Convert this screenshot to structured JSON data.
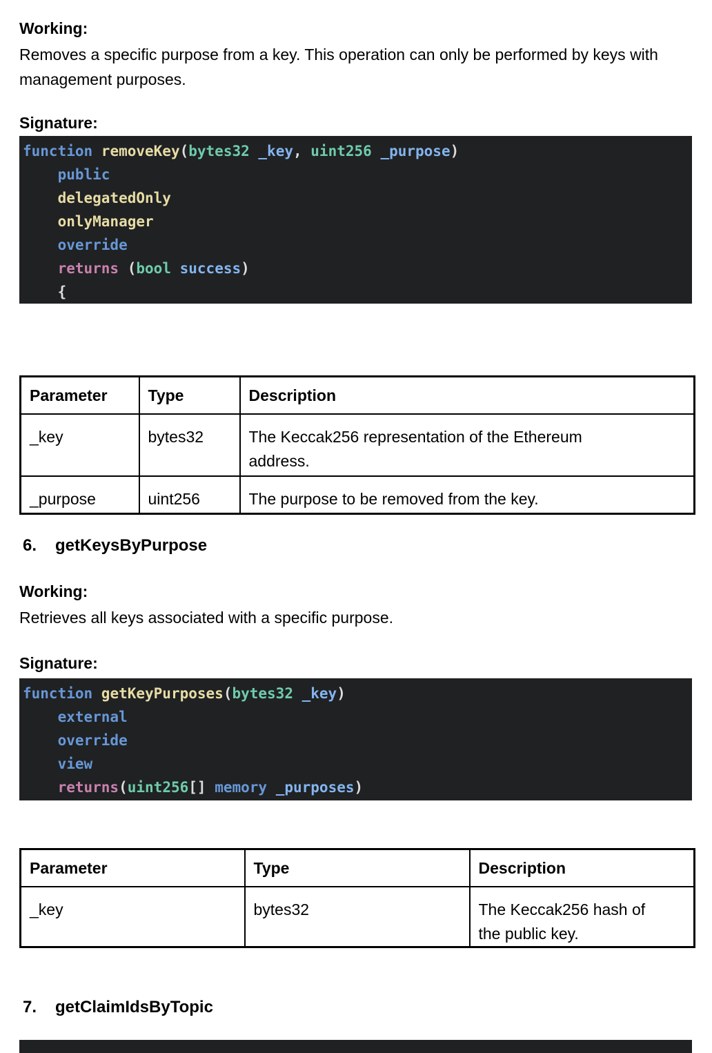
{
  "doc": {
    "section5": {
      "working_label": "Working:",
      "working_text": "Removes a specific purpose from a key. This operation can only be performed by keys with management purposes.",
      "signature_label": "Signature:"
    },
    "section6": {
      "number": "6.",
      "title": "getKeysByPurpose",
      "working_label": "Working:",
      "working_text": "Retrieves all keys associated with a specific purpose.",
      "signature_label": "Signature:"
    },
    "section7": {
      "number": "7.",
      "title": "getClaimIdsByTopic"
    }
  },
  "code_blocks": [
    {
      "id": "removeKey",
      "lines": [
        [
          {
            "t": "function ",
            "c": "kw"
          },
          {
            "t": "removeKey",
            "c": "fn"
          },
          {
            "t": "(",
            "c": "pl"
          },
          {
            "t": "bytes32 ",
            "c": "ty"
          },
          {
            "t": "_key",
            "c": "pr"
          },
          {
            "t": ", ",
            "c": "pl"
          },
          {
            "t": "uint256 ",
            "c": "ty"
          },
          {
            "t": "_purpose",
            "c": "pr"
          },
          {
            "t": ")",
            "c": "pl"
          }
        ],
        [
          {
            "t": "    ",
            "c": "pl"
          },
          {
            "t": "public",
            "c": "kw"
          }
        ],
        [
          {
            "t": "    ",
            "c": "pl"
          },
          {
            "t": "delegatedOnly",
            "c": "fn"
          }
        ],
        [
          {
            "t": "    ",
            "c": "pl"
          },
          {
            "t": "onlyManager",
            "c": "fn"
          }
        ],
        [
          {
            "t": "    ",
            "c": "pl"
          },
          {
            "t": "override",
            "c": "kw"
          }
        ],
        [
          {
            "t": "    ",
            "c": "pl"
          },
          {
            "t": "returns",
            "c": "ret"
          },
          {
            "t": " (",
            "c": "pl"
          },
          {
            "t": "bool",
            "c": "ty"
          },
          {
            "t": " ",
            "c": "pl"
          },
          {
            "t": "success",
            "c": "pr"
          },
          {
            "t": ")",
            "c": "pl"
          }
        ],
        [
          {
            "t": "    ",
            "c": "pl"
          },
          {
            "t": "{",
            "c": "pl"
          }
        ]
      ]
    },
    {
      "id": "getKeyPurposes",
      "lines": [
        [
          {
            "t": "function ",
            "c": "kw"
          },
          {
            "t": "getKeyPurposes",
            "c": "fn"
          },
          {
            "t": "(",
            "c": "pl"
          },
          {
            "t": "bytes32 ",
            "c": "ty"
          },
          {
            "t": "_key",
            "c": "pr"
          },
          {
            "t": ")",
            "c": "pl"
          }
        ],
        [
          {
            "t": "    ",
            "c": "pl"
          },
          {
            "t": "external",
            "c": "kw"
          }
        ],
        [
          {
            "t": "    ",
            "c": "pl"
          },
          {
            "t": "override",
            "c": "kw"
          }
        ],
        [
          {
            "t": "    ",
            "c": "pl"
          },
          {
            "t": "view",
            "c": "kw"
          }
        ],
        [
          {
            "t": "    ",
            "c": "pl"
          },
          {
            "t": "returns",
            "c": "ret"
          },
          {
            "t": "(",
            "c": "pl"
          },
          {
            "t": "uint256",
            "c": "ty"
          },
          {
            "t": "[] ",
            "c": "pl"
          },
          {
            "t": "memory ",
            "c": "kw"
          },
          {
            "t": "_purposes",
            "c": "pr"
          },
          {
            "t": ")",
            "c": "pl"
          }
        ]
      ]
    }
  ],
  "tables": [
    {
      "headers": [
        "Parameter",
        "Type",
        "Description"
      ],
      "rows": [
        {
          "cells": [
            "_key",
            "bytes32",
            "The Keccak256 representation of the Ethereum address."
          ]
        },
        {
          "cells": [
            "_purpose",
            "uint256",
            "The purpose to be removed from the key."
          ]
        }
      ]
    },
    {
      "headers": [
        "Parameter",
        "Type",
        "Description"
      ],
      "rows": [
        {
          "cells": [
            "_key",
            "bytes32",
            "The Keccak256 hash of the public key."
          ]
        }
      ]
    }
  ],
  "colors": {
    "code_background": "#1f2123",
    "code_keyword": "#6897d6",
    "code_name": "#e7dca4",
    "code_type": "#6fcbaa",
    "code_param": "#84b4ee",
    "code_returns": "#c981ad",
    "code_plain": "#dcdcdc",
    "text": "#000000",
    "table_border": "#000000"
  }
}
